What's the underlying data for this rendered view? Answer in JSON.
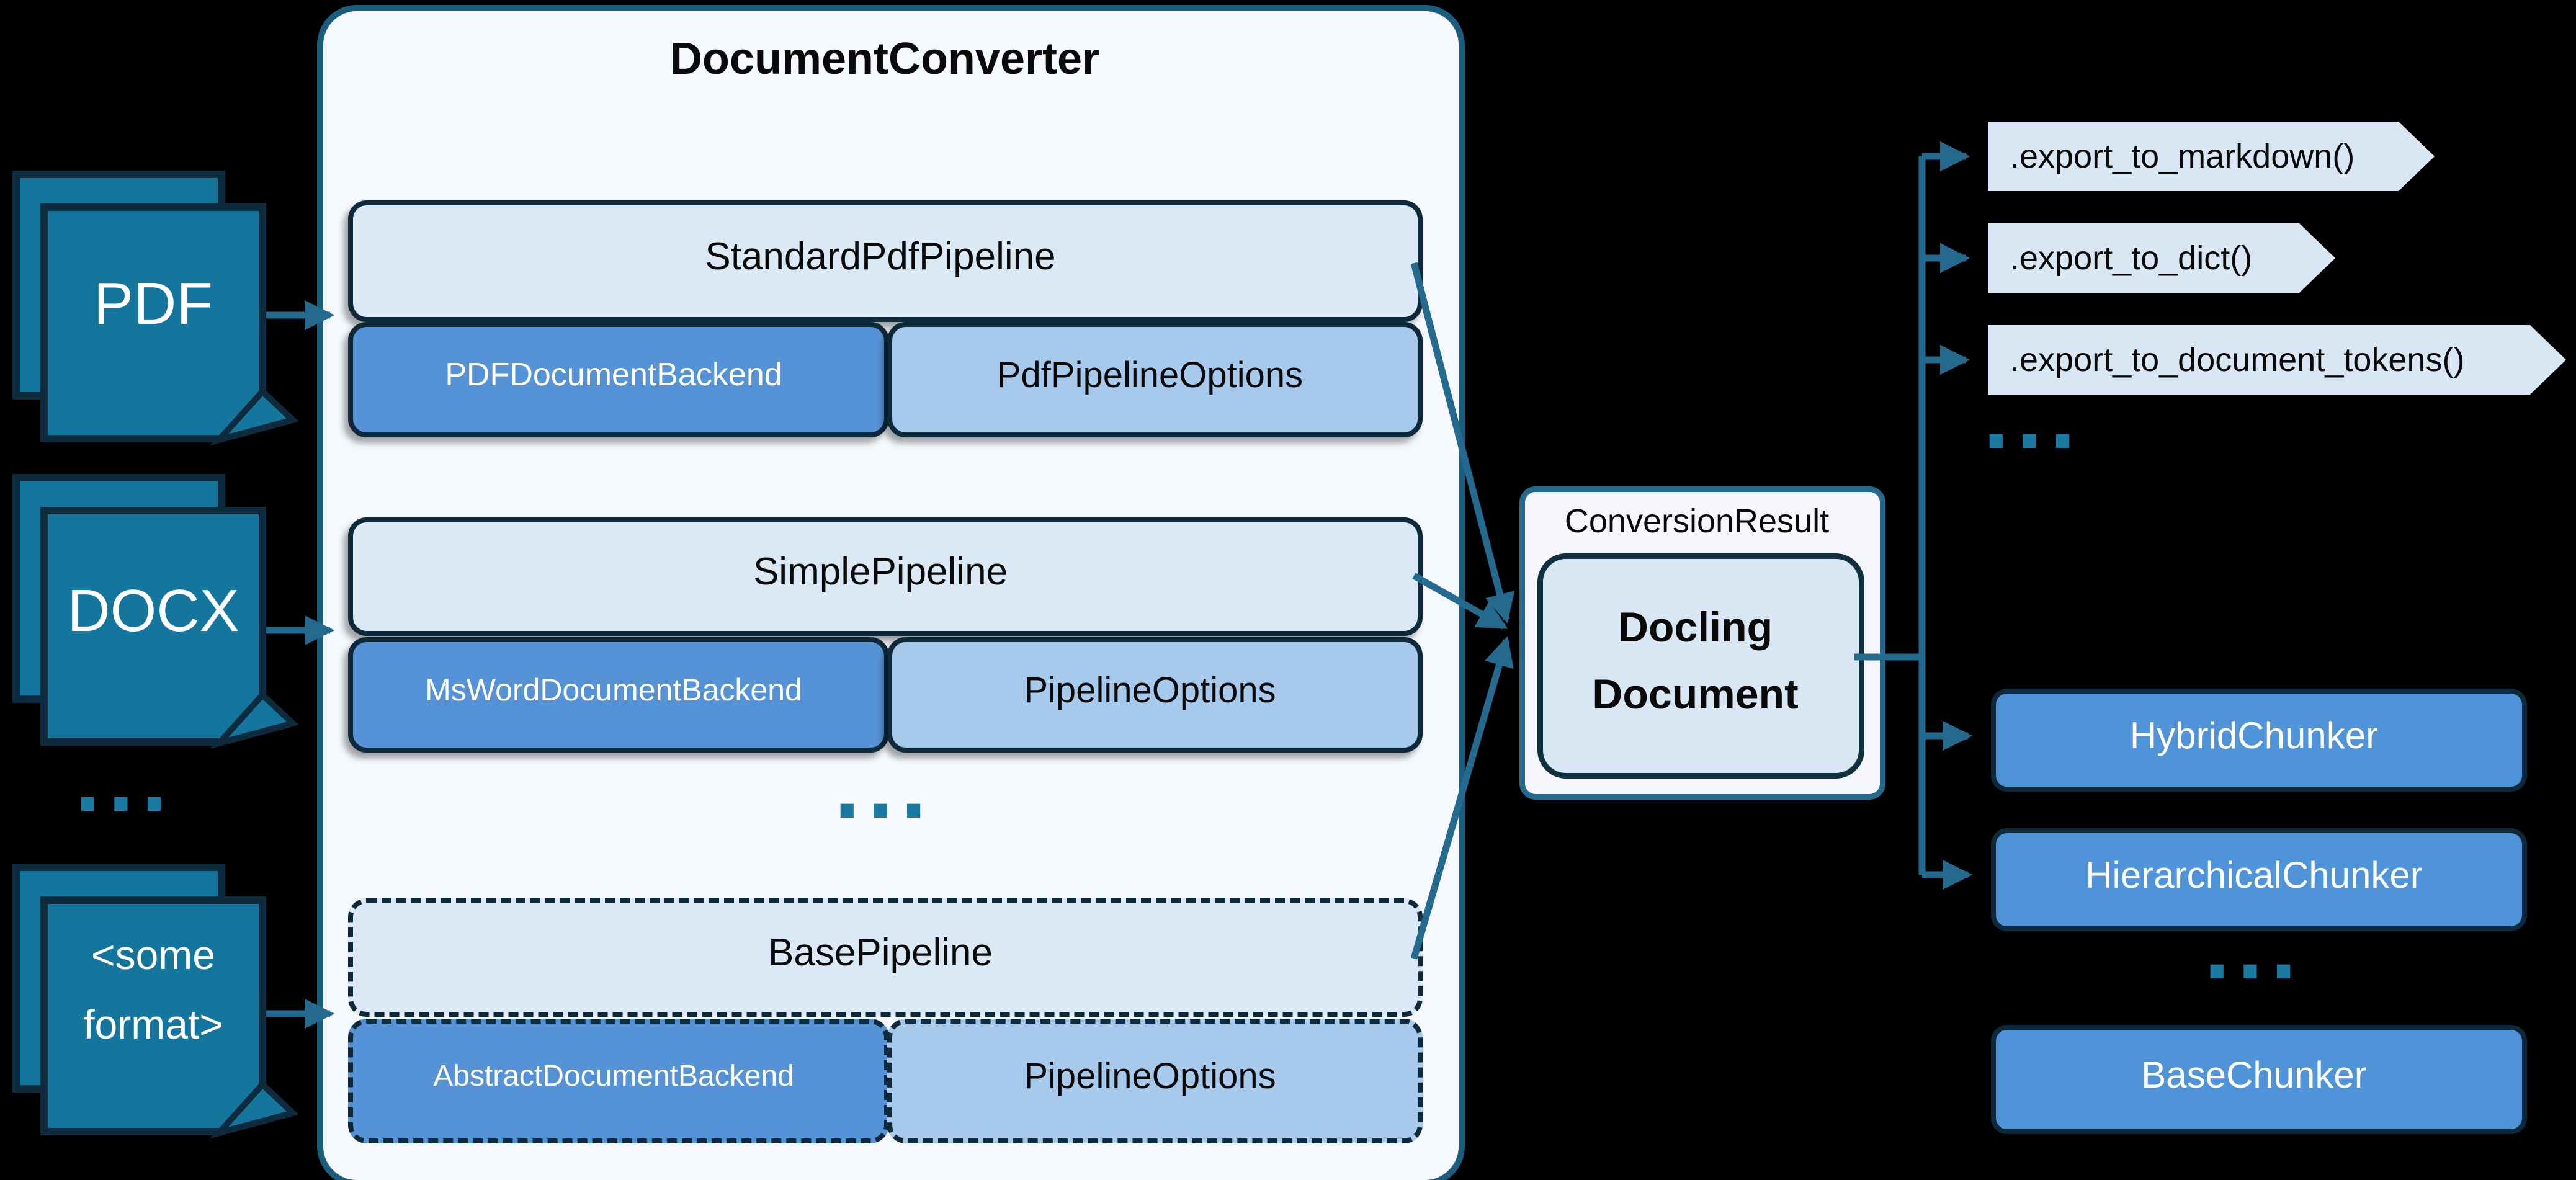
{
  "converter": {
    "title": "DocumentConverter",
    "ellipsis": "...",
    "pipelines": [
      {
        "name": "StandardPdfPipeline",
        "backend": "PDFDocumentBackend",
        "options": "PdfPipelineOptions"
      },
      {
        "name": "SimplePipeline",
        "backend": "MsWordDocumentBackend",
        "options": "PipelineOptions"
      },
      {
        "name": "BasePipeline",
        "backend": "AbstractDocumentBackend",
        "options": "PipelineOptions"
      }
    ]
  },
  "inputs": {
    "pdf": "PDF",
    "docx": "DOCX",
    "some_format_line1": "<some",
    "some_format_line2": "format>",
    "ellipsis": "..."
  },
  "result": {
    "container_label": "ConversionResult",
    "doc_line1": "Docling",
    "doc_line2": "Document"
  },
  "exports": {
    "items": [
      ".export_to_markdown()",
      ".export_to_dict()",
      ".export_to_document_tokens()"
    ],
    "ellipsis": "..."
  },
  "chunkers": {
    "items": [
      "HybridChunker",
      "HierarchicalChunker"
    ],
    "ellipsis": "...",
    "base": "BaseChunker"
  },
  "colors": {
    "arrow": "#236a8e",
    "box_border": "#0e2a3a",
    "converter_border": "#1b5d7d",
    "page_teal": "#14759d",
    "light_box": "#dbe9f7",
    "backend_blue": "#5593d6",
    "options_blue": "#a7c9ec",
    "chunker_blue": "#4f93d9",
    "banner_fill": "#d9e6f4",
    "converter_fill": "#f5f8fd",
    "result_fill": "#f5f7fc",
    "docling_fill": "#d9e7f5",
    "ellipsis": "#1b7aa2"
  }
}
